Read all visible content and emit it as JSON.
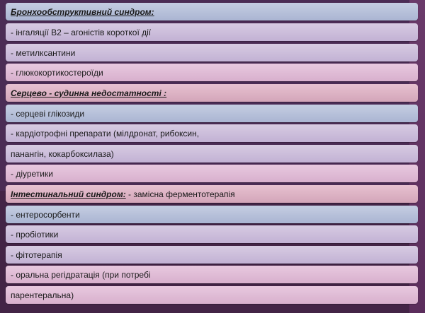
{
  "rows": [
    {
      "header": "Бронхообструктивний синдром:",
      "text": ""
    },
    {
      "header": "",
      "text": "- інгаляції В2 – агоністів короткої дії"
    },
    {
      "header": "",
      "text": "- метилксантини"
    },
    {
      "header": "",
      "text": "- глюкокортикостероїди"
    },
    {
      "header": "Серцево - судинна недостатності :",
      "text": ""
    },
    {
      "header": "",
      "text": "- серцеві глікозиди"
    },
    {
      "header": "",
      "text": "- кардіотрофні препарати (мілдронат, рибоксин,"
    },
    {
      "header": "",
      "text": "панангін, кокарбоксилаза)"
    },
    {
      "header": "",
      "text": "- діуретики"
    },
    {
      "header": "Інтестинальний синдром:",
      "text": " - замісна ферментотерапія"
    },
    {
      "header": "",
      "text": "- ентеросорбенти"
    },
    {
      "header": "",
      "text": "- пробіотики"
    },
    {
      "header": "",
      "text": "- фітотерапія"
    },
    {
      "header": "",
      "text": "- оральна регідратація (при потребі"
    },
    {
      "header": "",
      "text": "парентеральна)"
    }
  ]
}
